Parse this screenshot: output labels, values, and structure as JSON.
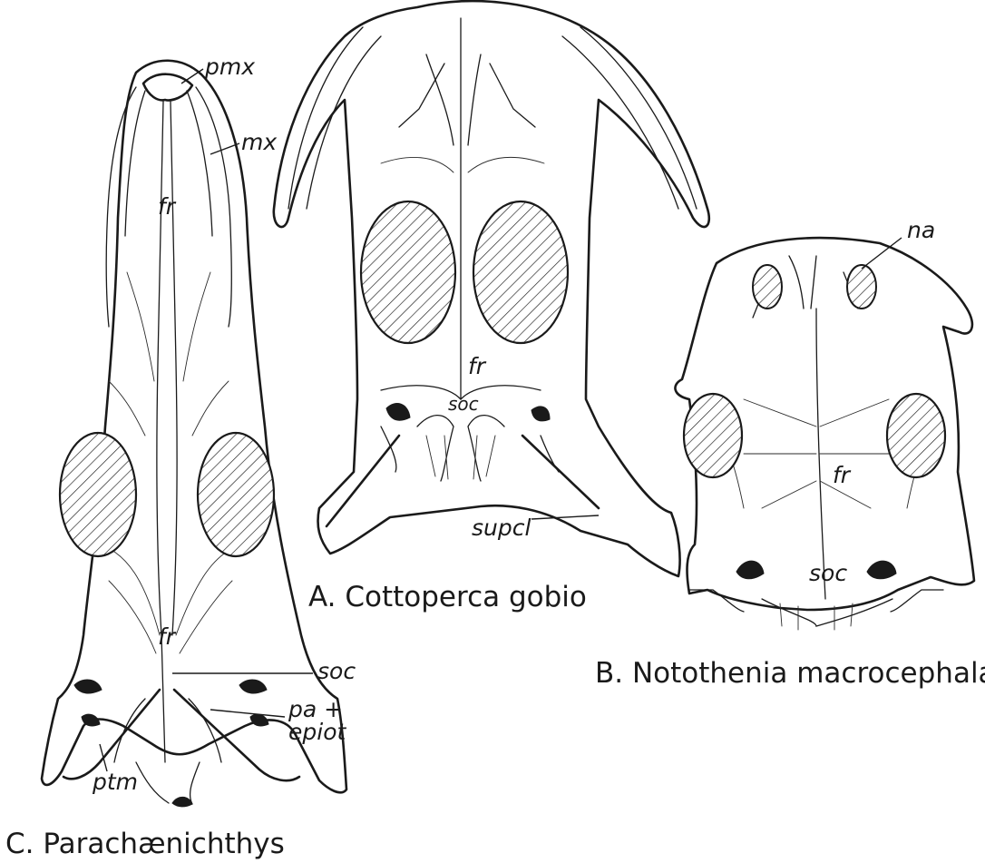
{
  "figure": {
    "panels": [
      {
        "id": "C",
        "caption": "C. Parachænichthys",
        "labels": {
          "pmx": "pmx",
          "mx": "mx",
          "fr_upper": "fr",
          "fr_lower": "fr",
          "soc": "soc",
          "pa_epiot_1": "pa +",
          "pa_epiot_2": "epiot",
          "ptm": "ptm"
        }
      },
      {
        "id": "A",
        "caption": "A. Cottoperca gobio",
        "labels": {
          "fr": "fr",
          "soc": "soc",
          "supcl": "supcl"
        }
      },
      {
        "id": "B",
        "caption": "B. Notothenia macrocephala",
        "labels": {
          "na": "na",
          "fr": "fr",
          "soc": "soc"
        }
      }
    ]
  }
}
